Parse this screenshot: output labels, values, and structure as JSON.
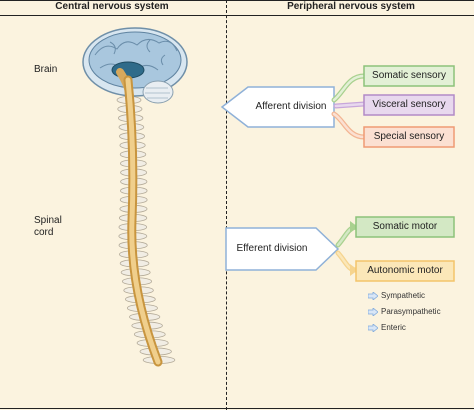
{
  "headers": {
    "left": "Central nervous system",
    "right": "Peripheral nervous system"
  },
  "cns_labels": {
    "brain": "Brain",
    "spinal_cord_line1": "Spinal",
    "spinal_cord_line2": "cord"
  },
  "afferent": {
    "label": "Afferent division",
    "targets": [
      {
        "label": "Somatic sensory",
        "color": "#8cc27a",
        "fill": "#e3f0d6"
      },
      {
        "label": "Visceral sensory",
        "color": "#b28ac7",
        "fill": "#e8d8ee"
      },
      {
        "label": "Special sensory",
        "color": "#ef9a74",
        "fill": "#fbe0d2"
      }
    ]
  },
  "efferent": {
    "label": "Efferent division",
    "targets": [
      {
        "label": "Somatic motor",
        "color": "#8cc27a",
        "fill": "#d3e8c4"
      },
      {
        "label": "Autonomic motor",
        "color": "#f3c46a",
        "fill": "#fbe7b8"
      }
    ],
    "autonomic_subdivisions": [
      "Sympathetic",
      "Parasympathetic",
      "Enteric"
    ]
  },
  "colors": {
    "background": "#fbf3df",
    "division_fill": "#ffffff",
    "division_stroke": "#8fb1d8",
    "subarrow": "#7fa9dc",
    "brain_fill": "#a9c7de",
    "cord_fill": "#e8c37f"
  }
}
